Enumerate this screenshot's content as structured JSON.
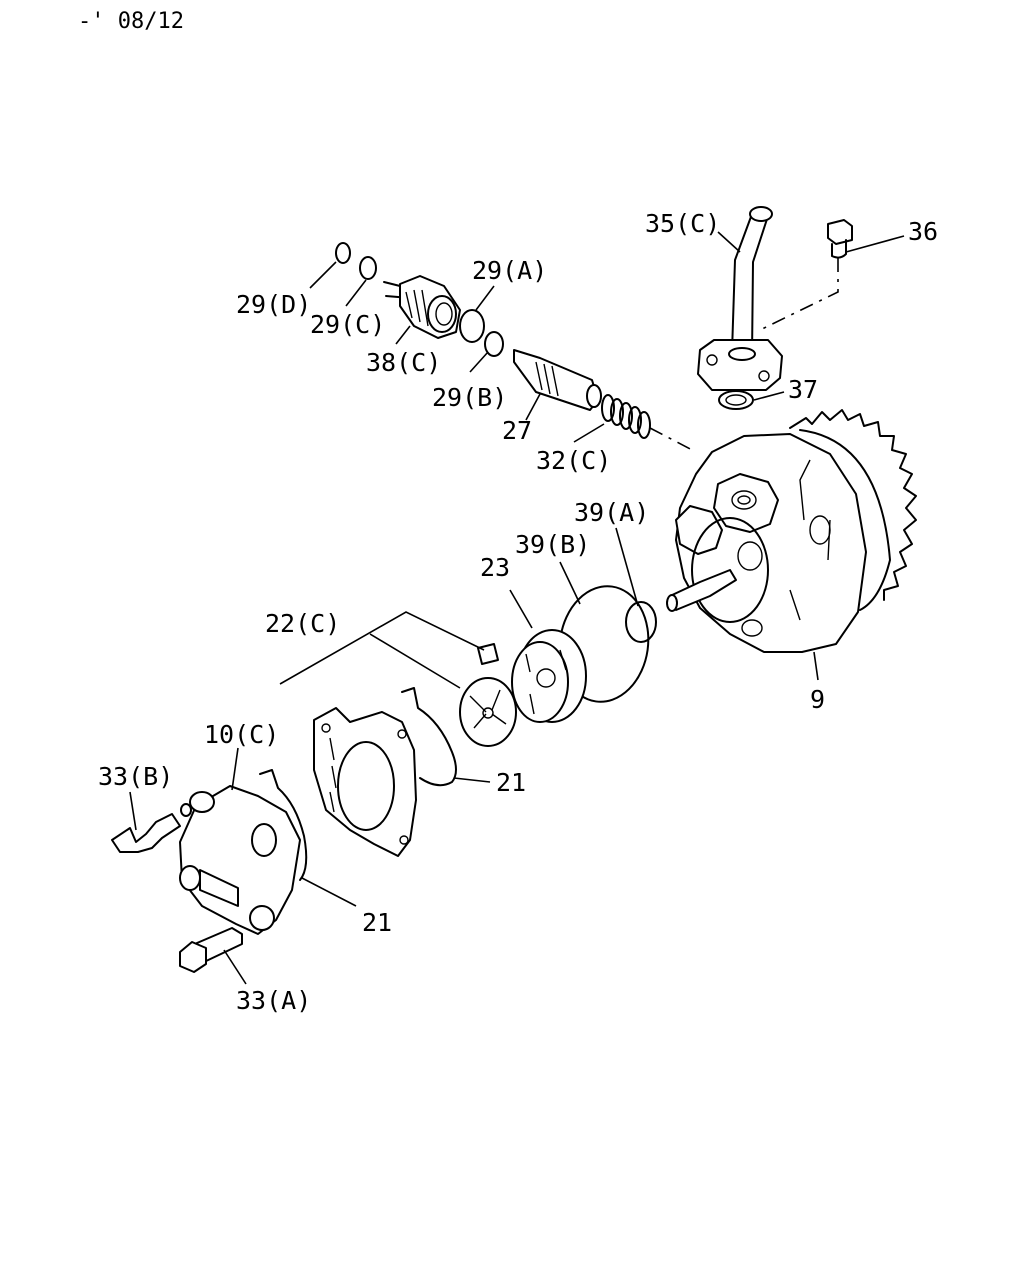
{
  "header": {
    "date_code": "-' 08/12"
  },
  "callouts": {
    "c35c": "35(C)",
    "c36": "36",
    "c37": "37",
    "c29a": "29(A)",
    "c29d": "29(D)",
    "c29c": "29(C)",
    "c38c": "38(C)",
    "c29b": "29(B)",
    "c27": "27",
    "c32c": "32(C)",
    "c39a": "39(A)",
    "c39b": "39(B)",
    "c23": "23",
    "c22c": "22(C)",
    "c9": "9",
    "c10c": "10(C)",
    "c21a": "21",
    "c21b": "21",
    "c33b": "33(B)",
    "c33a": "33(A)"
  }
}
